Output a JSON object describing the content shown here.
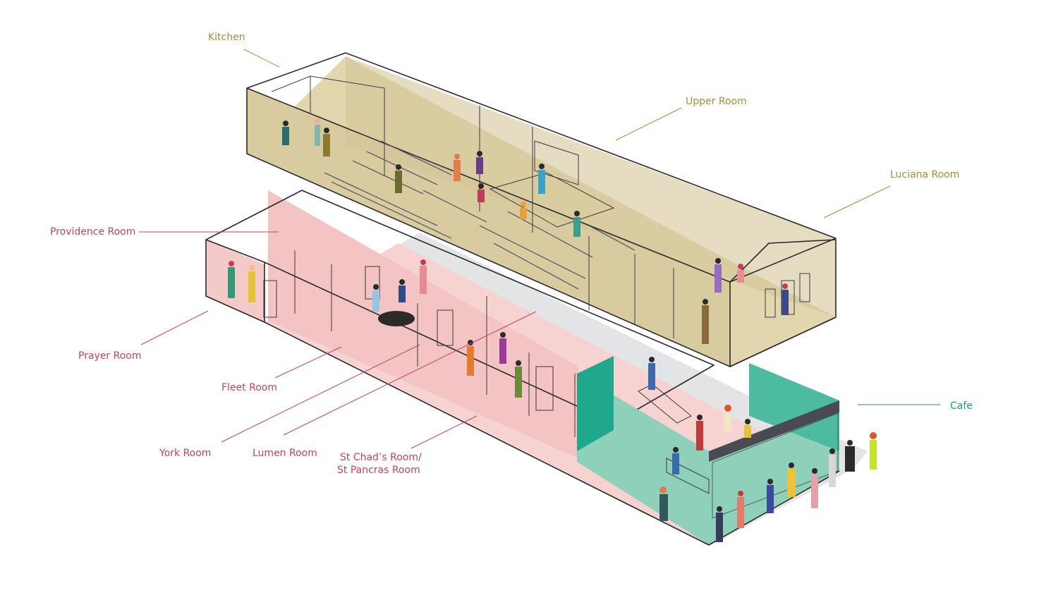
{
  "labels": {
    "kitchen": "Kitchen",
    "upper_room": "Upper Room",
    "luciana_room": "Luciana Room",
    "providence_room": "Providence Room",
    "prayer_room": "Prayer Room",
    "fleet_room": "Fleet Room",
    "york_room": "York Room",
    "lumen_room": "Lumen Room",
    "st_chads_line1": "St Chad’s Room/",
    "st_chads_line2": "St Pancras Room",
    "cafe": "Cafe"
  },
  "colors": {
    "upper_label": "#a88a3c",
    "lower_label": "#c2435f",
    "cafe_label": "#139a88",
    "upper_floor": "#e2d6ae",
    "upper_wall": "#d8cba0",
    "luciana_wall": "#b08a44",
    "lower_floor": "#f6d3d1",
    "lower_wall": "#f0bcbb",
    "cafe_floor": "#8ed0b9",
    "cafe_wall": "#1fa88c",
    "ground_shadow": "#e3e4e6"
  }
}
